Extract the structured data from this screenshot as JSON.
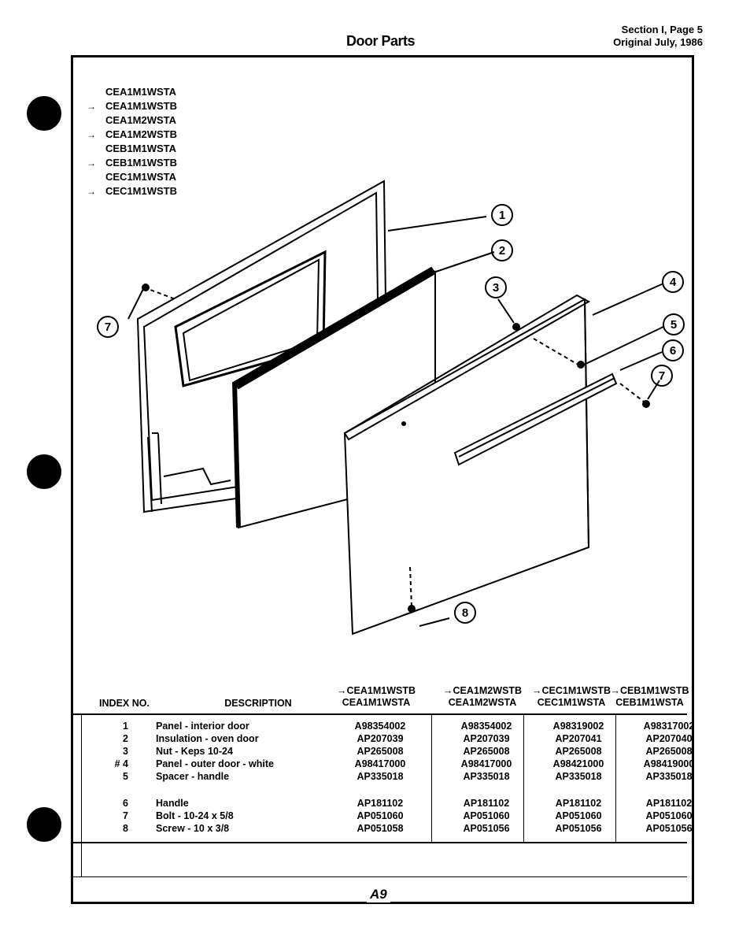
{
  "header": {
    "title": "Door Parts",
    "section": "Section I, Page 5",
    "date": "Original July, 1986"
  },
  "models": [
    {
      "label": "CEA1M1WSTA",
      "arrow": false
    },
    {
      "label": "CEA1M1WSTB",
      "arrow": true
    },
    {
      "label": "CEA1M2WSTA",
      "arrow": false
    },
    {
      "label": "CEA1M2WSTB",
      "arrow": true
    },
    {
      "label": "CEB1M1WSTA",
      "arrow": false
    },
    {
      "label": "CEB1M1WSTB",
      "arrow": true
    },
    {
      "label": "CEC1M1WSTA",
      "arrow": false
    },
    {
      "label": "CEC1M1WSTB",
      "arrow": true
    }
  ],
  "callouts": [
    "1",
    "2",
    "3",
    "4",
    "5",
    "6",
    "7",
    "7",
    "8"
  ],
  "table": {
    "headers": {
      "index": "INDEX NO.",
      "description": "DESCRIPTION",
      "col1": [
        "→CEA1M1WSTB",
        "CEA1M1WSTA"
      ],
      "col2": [
        "→CEA1M2WSTB",
        "CEA1M2WSTA"
      ],
      "col3": [
        "→CEC1M1WSTB",
        "CEC1M1WSTA"
      ],
      "col4": [
        "→CEB1M1WSTB",
        "CEB1M1WSTA"
      ]
    },
    "rows": [
      {
        "index": "1",
        "desc": "Panel - interior door",
        "c1": "A98354002",
        "c2": "A98354002",
        "c3": "A98319002",
        "c4": "A98317002"
      },
      {
        "index": "2",
        "desc": "Insulation - oven door",
        "c1": "AP207039",
        "c2": "AP207039",
        "c3": "AP207041",
        "c4": "AP207040"
      },
      {
        "index": "3",
        "desc": "Nut - Keps 10-24",
        "c1": "AP265008",
        "c2": "AP265008",
        "c3": "AP265008",
        "c4": "AP265008"
      },
      {
        "index": "# 4",
        "desc": "Panel - outer door - white",
        "c1": "A98417000",
        "c2": "A98417000",
        "c3": "A98421000",
        "c4": "A98419000"
      },
      {
        "index": "5",
        "desc": "Spacer - handle",
        "c1": "AP335018",
        "c2": "AP335018",
        "c3": "AP335018",
        "c4": "AP335018"
      },
      {
        "index": "6",
        "desc": "Handle",
        "c1": "AP181102",
        "c2": "AP181102",
        "c3": "AP181102",
        "c4": "AP181102"
      },
      {
        "index": "7",
        "desc": "Bolt - 10-24 x 5/8",
        "c1": "AP051060",
        "c2": "AP051060",
        "c3": "AP051060",
        "c4": "AP051060"
      },
      {
        "index": "8",
        "desc": "Screw - 10 x 3/8",
        "c1": "AP051058",
        "c2": "AP051056",
        "c3": "AP051056",
        "c4": "AP051056"
      }
    ]
  },
  "page_number": "A9"
}
